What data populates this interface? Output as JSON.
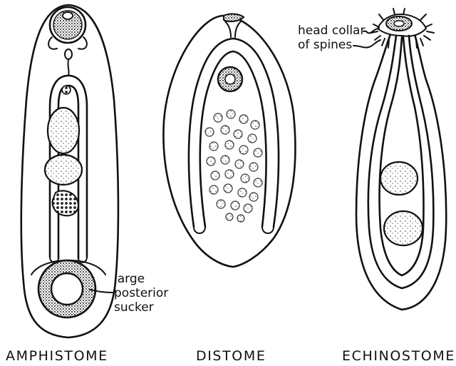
{
  "labels": {
    "amphistome": "AMPHISTOME",
    "distome": "DISTOME",
    "echinostome": "ECHINOSTOME",
    "sucker_line1": "large",
    "sucker_line2": "posterior",
    "sucker_line3": "sucker",
    "spines_line1": "head collar",
    "spines_line2": "of spines"
  }
}
